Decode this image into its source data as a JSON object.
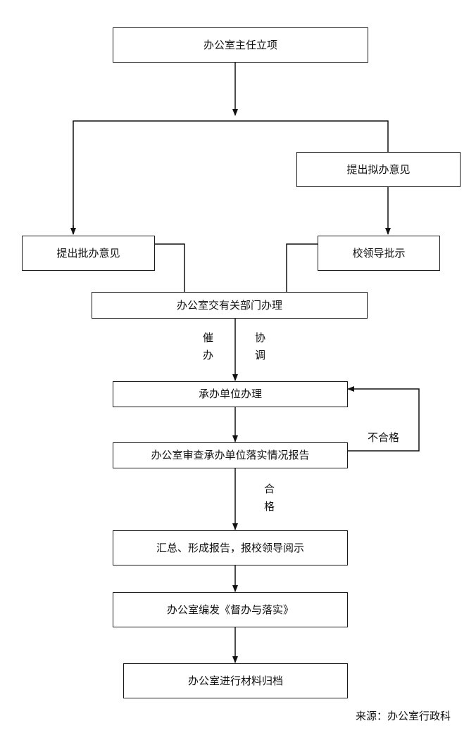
{
  "nodes": {
    "start": "办公室主任立项",
    "propose_draft": "提出拟办意见",
    "propose_approval": "提出批办意见",
    "leader_approval": "校领导批示",
    "assign": "办公室交有关部门办理",
    "handle": "承办单位办理",
    "review": "办公室审查承办单位落实情况报告",
    "summarize": "汇总、形成报告，报校领导阅示",
    "publish": "办公室编发《督办与落实》",
    "archive": "办公室进行材料归档"
  },
  "labels": {
    "urge_1": "催",
    "urge_2": "办",
    "coord_1": "协",
    "coord_2": "调",
    "fail": "不合格",
    "pass_1": "合",
    "pass_2": "格"
  },
  "footer": {
    "source": "来源：办公室行政科"
  }
}
